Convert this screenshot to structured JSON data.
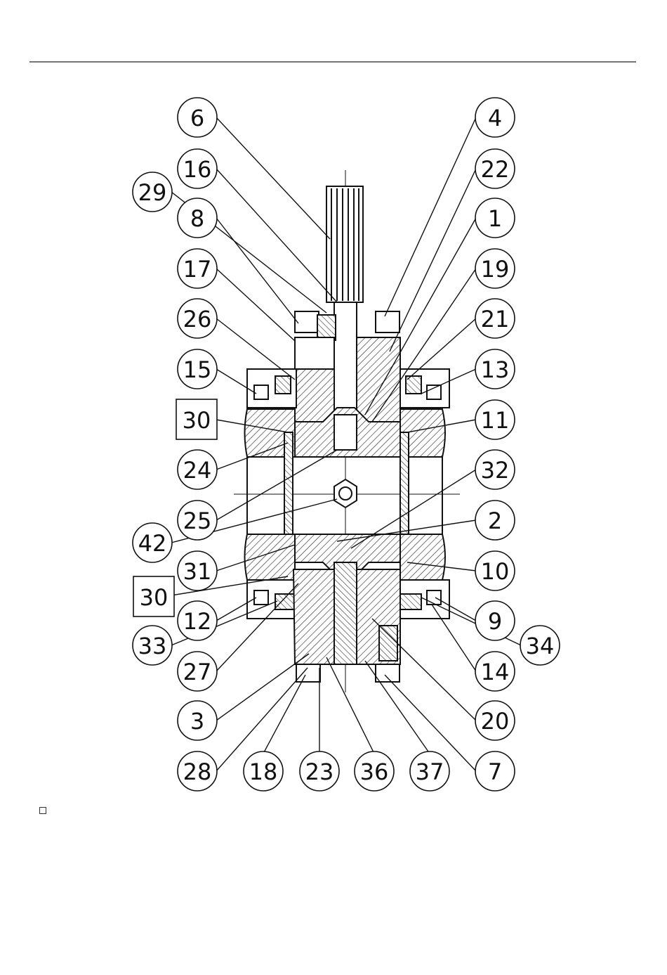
{
  "callouts": {
    "c6": "6",
    "c16": "16",
    "c29": "29",
    "c8": "8",
    "c17": "17",
    "c26": "26",
    "c15": "15",
    "c30a": "30",
    "c24": "24",
    "c25": "25",
    "c42": "42",
    "c31": "31",
    "c30b": "30",
    "c12": "12",
    "c33": "33",
    "c27": "27",
    "c3": "3",
    "c28": "28",
    "c18": "18",
    "c23": "23",
    "c36": "36",
    "c37": "37",
    "c7": "7",
    "c20": "20",
    "c14": "14",
    "c34": "34",
    "c9": "9",
    "c10": "10",
    "c2": "2",
    "c32": "32",
    "c11": "11",
    "c13": "13",
    "c21": "21",
    "c19": "19",
    "c1": "1",
    "c22": "22",
    "c4": "4"
  }
}
